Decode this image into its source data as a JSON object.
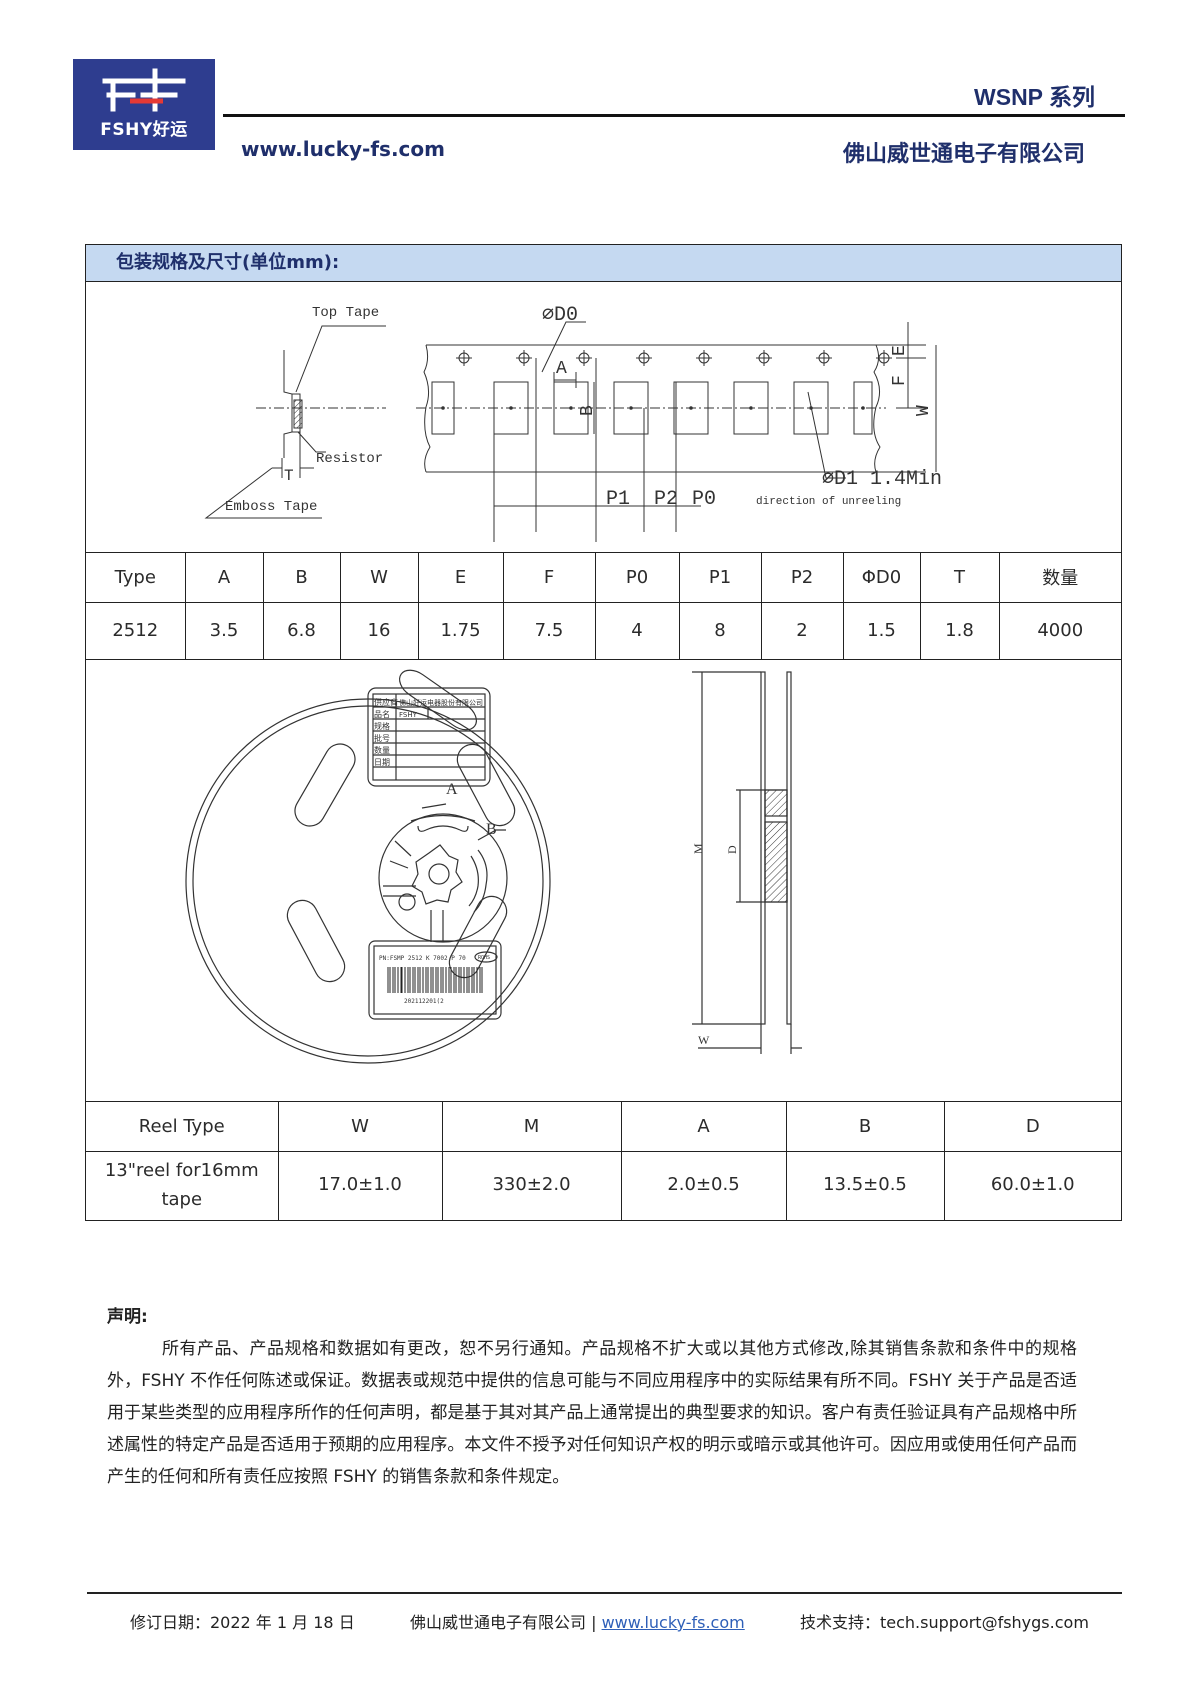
{
  "header": {
    "logo_text": "FSHY好运",
    "series": "WSNP 系列",
    "website": "www.lucky-fs.com",
    "company": "佛山威世通电子有限公司"
  },
  "spec": {
    "title": "包装规格及尺寸(单位mm):",
    "tape_labels": {
      "top_tape": "Top Tape",
      "resistor": "Resistor",
      "emboss_tape": "Emboss Tape",
      "t": "T",
      "d0": "⌀D0",
      "d1": "⌀D1 1.4Min",
      "a": "A",
      "b": "B",
      "e": "E",
      "f": "F",
      "w": "W",
      "p1": "P1",
      "p2": "P2",
      "p0": "P0",
      "direction": "direction of unreeling"
    },
    "tape_table": {
      "headers": [
        "Type",
        "A",
        "B",
        "W",
        "E",
        "F",
        "P0",
        "P1",
        "P2",
        "ΦD0",
        "T",
        "数量"
      ],
      "row": [
        "2512",
        "3.5",
        "6.8",
        "16",
        "1.75",
        "7.5",
        "4",
        "8",
        "2",
        "1.5",
        "1.8",
        "4000"
      ]
    },
    "reel_labels": {
      "a": "A",
      "b": "B",
      "m": "M",
      "d": "D",
      "w": "W",
      "label_rows": [
        "供应商",
        "品名",
        "规格",
        "批号",
        "数量",
        "日期"
      ],
      "label_supplier": "佛山好运电器股份有限公司",
      "label_product": "FSHY",
      "barcode_top": "PN:FSMP 2512 K 7002 P 70",
      "barcode_tag": "ROHS",
      "barcode_bottom": "202112201(2"
    },
    "reel_table": {
      "headers": [
        "Reel Type",
        "W",
        "M",
        "A",
        "B",
        "D"
      ],
      "row": [
        "13\"reel for16mm tape",
        "17.0±1.0",
        "330±2.0",
        "2.0±0.5",
        "13.5±0.5",
        "60.0±1.0"
      ]
    }
  },
  "statement": {
    "title": "声明:",
    "body": "所有产品、产品规格和数据如有更改，恕不另行通知。产品规格不扩大或以其他方式修改,除其销售条款和条件中的规格外，FSHY 不作任何陈述或保证。数据表或规范中提供的信息可能与不同应用程序中的实际结果有所不同。FSHY 关于产品是否适用于某些类型的应用程序所作的任何声明，都是基于其对其产品上通常提出的典型要求的知识。客户有责任验证具有产品规格中所述属性的特定产品是否适用于预期的应用程序。本文件不授予对任何知识产权的明示或暗示或其他许可。因应用或使用任何产品而产生的任何和所有责任应按照 FSHY 的销售条款和条件规定。"
  },
  "footer": {
    "revision": "修订日期：2022 年 1 月 18 日",
    "company": "佛山威世通电子有限公司 |",
    "website": "www.lucky-fs.com",
    "support": "技术支持：tech.support@fshygs.com"
  },
  "colors": {
    "brand": "#2e3d8f",
    "title_band": "#c5d9f1",
    "heading_text": "#1f2f6b"
  }
}
